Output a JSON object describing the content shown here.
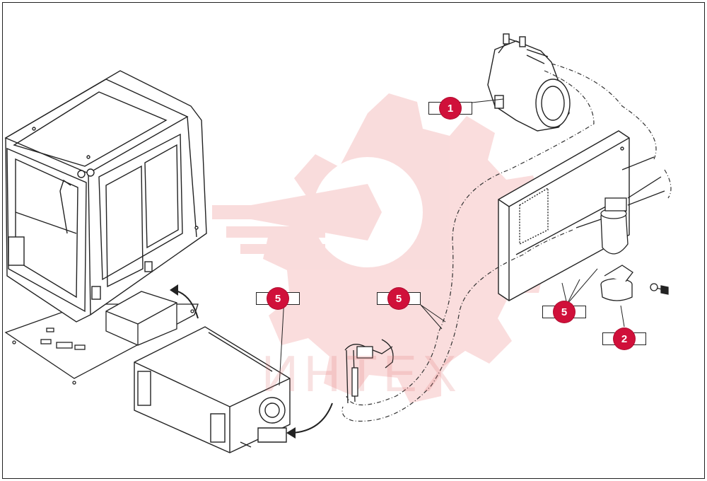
{
  "watermark": {
    "text": "ИНТЕХ",
    "color": "#e34545"
  },
  "callouts": [
    {
      "id": "compressor",
      "label": "1"
    },
    {
      "id": "receiver-bracket",
      "label": "2"
    },
    {
      "id": "hose-heater",
      "label": "5"
    },
    {
      "id": "hose-middle",
      "label": "5"
    },
    {
      "id": "hose-condenser",
      "label": "5"
    }
  ],
  "colors": {
    "badge": "#d0103a",
    "line": "#222222",
    "watermark": "#e34545"
  },
  "icons": [
    "gear-watermark-icon",
    "wrench-watermark-icon",
    "arrow-icon"
  ]
}
